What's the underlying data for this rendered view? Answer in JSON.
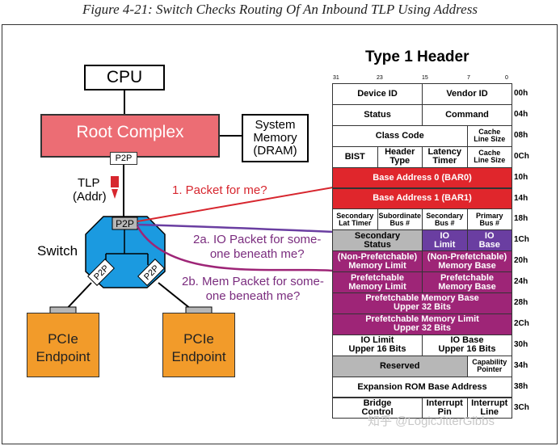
{
  "caption": "Figure 4-21: Switch Checks Routing Of An Inbound TLP Using Address",
  "diagram": {
    "cpu": "CPU",
    "root_complex": "Root Complex",
    "rc_p2p": "P2P",
    "system_memory": [
      "System",
      "Memory",
      "(DRAM)"
    ],
    "tlp": [
      "TLP",
      "(Addr)"
    ],
    "switch": "Switch",
    "switch_up_p2p": "P2P",
    "switch_down_p2p": [
      "P2P",
      "P2P"
    ],
    "endpoints": [
      [
        "PCIe",
        "Endpoint"
      ],
      [
        "PCIe",
        "Endpoint"
      ]
    ],
    "annotations": {
      "packet_for_me": "1. Packet for me?",
      "io_packet": [
        "2a. IO Packet for some-",
        "one beneath me?"
      ],
      "mem_packet": [
        "2b. Mem Packet for some-",
        "one beneath me?"
      ]
    }
  },
  "header": {
    "title": "Type 1 Header",
    "bits": [
      "31",
      "23",
      "15",
      "7",
      "0"
    ],
    "rows": [
      {
        "offset": "00h",
        "cells": [
          {
            "t": [
              "Device ID"
            ],
            "c": "wht",
            "span": 2
          },
          {
            "t": [
              "Vendor ID"
            ],
            "c": "wht",
            "span": 2
          }
        ]
      },
      {
        "offset": "04h",
        "cells": [
          {
            "t": [
              "Status"
            ],
            "c": "wht",
            "span": 2
          },
          {
            "t": [
              "Command"
            ],
            "c": "wht",
            "span": 2
          }
        ]
      },
      {
        "offset": "08h",
        "cells": [
          {
            "t": [
              "Class Code"
            ],
            "c": "wht",
            "span": 3
          },
          {
            "t": [
              "Cache",
              "Line Size"
            ],
            "c": "wht sm",
            "span": 1
          }
        ]
      },
      {
        "offset": "0Ch",
        "cells": [
          {
            "t": [
              "BIST"
            ],
            "c": "wht",
            "span": 1
          },
          {
            "t": [
              "Header",
              "Type"
            ],
            "c": "wht",
            "span": 1
          },
          {
            "t": [
              "Latency",
              "Timer"
            ],
            "c": "wht",
            "span": 1
          },
          {
            "t": [
              "Cache",
              "Line Size"
            ],
            "c": "wht sm",
            "span": 1
          }
        ]
      },
      {
        "offset": "10h",
        "cells": [
          {
            "t": [
              "Base Address 0 (BAR0)"
            ],
            "c": "rd",
            "span": 4
          }
        ]
      },
      {
        "offset": "14h",
        "cells": [
          {
            "t": [
              "Base Address 1 (BAR1)"
            ],
            "c": "rd",
            "span": 4
          }
        ]
      },
      {
        "offset": "18h",
        "cells": [
          {
            "t": [
              "Secondary",
              "Lat Timer"
            ],
            "c": "wht sm",
            "span": 1
          },
          {
            "t": [
              "Subordinate",
              "Bus #"
            ],
            "c": "wht sm",
            "span": 1
          },
          {
            "t": [
              "Secondary",
              "Bus #"
            ],
            "c": "wht sm",
            "span": 1
          },
          {
            "t": [
              "Primary",
              "Bus #"
            ],
            "c": "wht sm",
            "span": 1
          }
        ]
      },
      {
        "offset": "1Ch",
        "cells": [
          {
            "t": [
              "Secondary",
              "Status"
            ],
            "c": "gr",
            "span": 2
          },
          {
            "t": [
              "IO",
              "Limit"
            ],
            "c": "vi",
            "span": 1
          },
          {
            "t": [
              "IO",
              "Base"
            ],
            "c": "vi",
            "span": 1
          }
        ]
      },
      {
        "offset": "20h",
        "cells": [
          {
            "t": [
              "(Non-Prefetchable)",
              "Memory Limit"
            ],
            "c": "pp",
            "span": 2
          },
          {
            "t": [
              "(Non-Prefetchable)",
              "Memory Base"
            ],
            "c": "pp",
            "span": 2
          }
        ]
      },
      {
        "offset": "24h",
        "cells": [
          {
            "t": [
              "Prefetchable",
              "Memory Limit"
            ],
            "c": "pp",
            "span": 2
          },
          {
            "t": [
              "Prefetchable",
              "Memory Base"
            ],
            "c": "pp",
            "span": 2
          }
        ]
      },
      {
        "offset": "28h",
        "cells": [
          {
            "t": [
              "Prefetchable Memory Base",
              "Upper 32 Bits"
            ],
            "c": "pp",
            "span": 4
          }
        ]
      },
      {
        "offset": "2Ch",
        "cells": [
          {
            "t": [
              "Prefetchable Memory Limit",
              "Upper 32 Bits"
            ],
            "c": "pp",
            "span": 4
          }
        ]
      },
      {
        "offset": "30h",
        "cells": [
          {
            "t": [
              "IO Limit",
              "Upper 16 Bits"
            ],
            "c": "wht",
            "span": 2
          },
          {
            "t": [
              "IO Base",
              "Upper 16 Bits"
            ],
            "c": "wht",
            "span": 2
          }
        ]
      },
      {
        "offset": "34h",
        "cells": [
          {
            "t": [
              "Reserved"
            ],
            "c": "gr",
            "span": 3
          },
          {
            "t": [
              "Capability",
              "Pointer"
            ],
            "c": "wht sm",
            "span": 1
          }
        ]
      },
      {
        "offset": "38h",
        "cells": [
          {
            "t": [
              "Expansion ROM Base Address"
            ],
            "c": "wht",
            "span": 4
          }
        ]
      },
      {
        "offset": "3Ch",
        "cells": [
          {
            "t": [
              "Bridge",
              "Control"
            ],
            "c": "wht",
            "span": 2
          },
          {
            "t": [
              "Interrupt",
              "Pin"
            ],
            "c": "wht",
            "span": 1
          },
          {
            "t": [
              "Interrupt",
              "Line"
            ],
            "c": "wht",
            "span": 1
          }
        ]
      }
    ]
  },
  "watermark": "知乎 @LogicJitterGibbs",
  "colors": {
    "red": "#e0262c",
    "purple": "#9e2577",
    "violet": "#6a3ea1",
    "switch": "#1b9ae0",
    "endpoint": "#f29b2a",
    "root": "#ec6d74"
  }
}
